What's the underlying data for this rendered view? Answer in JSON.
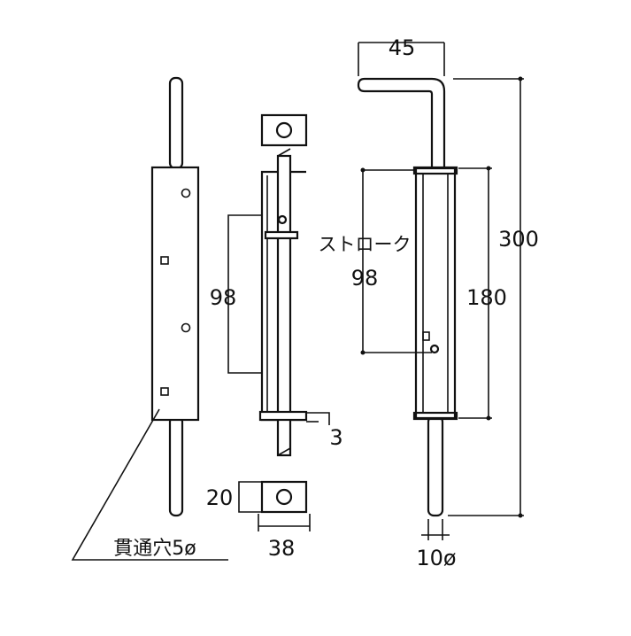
{
  "labels": {
    "dim_45": "45",
    "dim_300": "300",
    "stroke_label": "ストローク",
    "stroke_value": "98",
    "dim_180": "180",
    "dim_98_side": "98",
    "dim_3": "3",
    "dim_20": "20",
    "dim_38": "38",
    "dim_10": "10ø",
    "hole_note": "貫通穴5ø"
  }
}
